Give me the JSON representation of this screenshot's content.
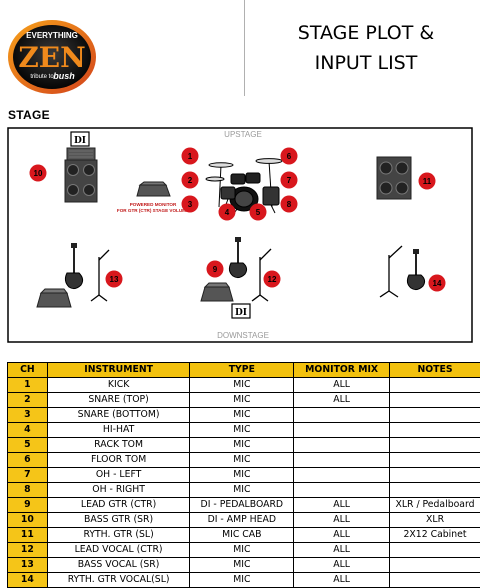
{
  "logo": {
    "top_text": "EVERYTHING",
    "main_text": "ZEN",
    "tribute_text": "tribute to",
    "band_text": "bush"
  },
  "title": {
    "line1": "STAGE PLOT &",
    "line2": "INPUT LIST"
  },
  "stage_section_label": "STAGE",
  "plot": {
    "upstage": "UPSTAGE",
    "downstage": "DOWNSTAGE",
    "di_label": "DI",
    "powered_monitor_line1": "POWERED MONITOR",
    "powered_monitor_line2": "FOR GTR (CTR) STAGE VOLUME",
    "markers": [
      "1",
      "2",
      "3",
      "4",
      "5",
      "6",
      "7",
      "8",
      "9",
      "10",
      "11",
      "12",
      "13",
      "14"
    ]
  },
  "colors": {
    "marker_red": "#d8171d",
    "header_yellow": "#f2c10e",
    "ch_yellow": "#f5c518"
  },
  "table": {
    "headers": [
      "CH",
      "INSTRUMENT",
      "TYPE",
      "MONITOR MIX",
      "NOTES"
    ],
    "rows": [
      {
        "ch": "1",
        "instrument": "KICK",
        "type": "MIC",
        "monitor": "ALL",
        "notes": ""
      },
      {
        "ch": "2",
        "instrument": "SNARE (TOP)",
        "type": "MIC",
        "monitor": "ALL",
        "notes": ""
      },
      {
        "ch": "3",
        "instrument": "SNARE (BOTTOM)",
        "type": "MIC",
        "monitor": "",
        "notes": ""
      },
      {
        "ch": "4",
        "instrument": "HI-HAT",
        "type": "MIC",
        "monitor": "",
        "notes": ""
      },
      {
        "ch": "5",
        "instrument": "RACK TOM",
        "type": "MIC",
        "monitor": "",
        "notes": ""
      },
      {
        "ch": "6",
        "instrument": "FLOOR TOM",
        "type": "MIC",
        "monitor": "",
        "notes": ""
      },
      {
        "ch": "7",
        "instrument": "OH - LEFT",
        "type": "MIC",
        "monitor": "",
        "notes": ""
      },
      {
        "ch": "8",
        "instrument": "OH - RIGHT",
        "type": "MIC",
        "monitor": "",
        "notes": ""
      },
      {
        "ch": "9",
        "instrument": "LEAD GTR (CTR)",
        "type": "DI - PEDALBOARD",
        "monitor": "ALL",
        "notes": "XLR / Pedalboard"
      },
      {
        "ch": "10",
        "instrument": "BASS GTR (SR)",
        "type": "DI - AMP HEAD",
        "monitor": "ALL",
        "notes": "XLR"
      },
      {
        "ch": "11",
        "instrument": "RYTH. GTR (SL)",
        "type": "MIC CAB",
        "monitor": "ALL",
        "notes": "2X12 Cabinet"
      },
      {
        "ch": "12",
        "instrument": "LEAD VOCAL (CTR)",
        "type": "MIC",
        "monitor": "ALL",
        "notes": ""
      },
      {
        "ch": "13",
        "instrument": "BASS VOCAL (SR)",
        "type": "MIC",
        "monitor": "ALL",
        "notes": ""
      },
      {
        "ch": "14",
        "instrument": "RYTH. GTR VOCAL(SL)",
        "type": "MIC",
        "monitor": "ALL",
        "notes": ""
      }
    ]
  }
}
